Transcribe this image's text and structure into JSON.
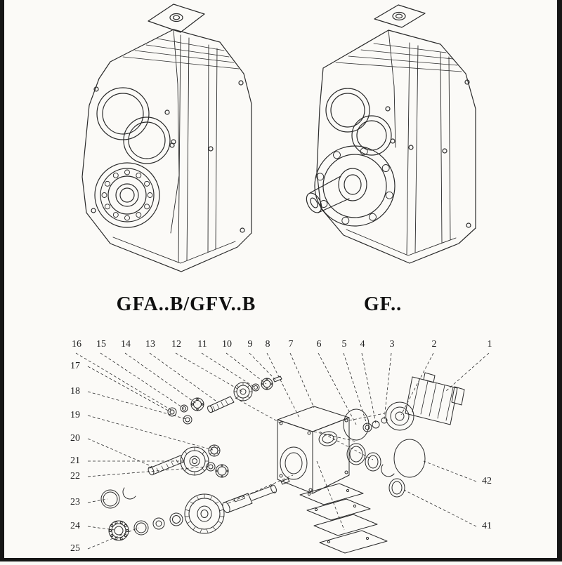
{
  "page": {
    "background_color": "#fbfaf7",
    "ink_color": "#2a2a2a"
  },
  "figures": {
    "left_gearbox_label": "GFA..B/GFV..B",
    "right_gearbox_label": "GF.."
  },
  "exploded_view": {
    "callouts_top": [
      "16",
      "15",
      "14",
      "13",
      "12",
      "11",
      "10",
      "9",
      "8",
      "7",
      "6",
      "5",
      "4",
      "3",
      "2",
      "1"
    ],
    "callouts_left": [
      "17",
      "18",
      "19",
      "20",
      "21",
      "22",
      "23",
      "24",
      "25"
    ],
    "callouts_right": [
      "42",
      "41"
    ]
  }
}
